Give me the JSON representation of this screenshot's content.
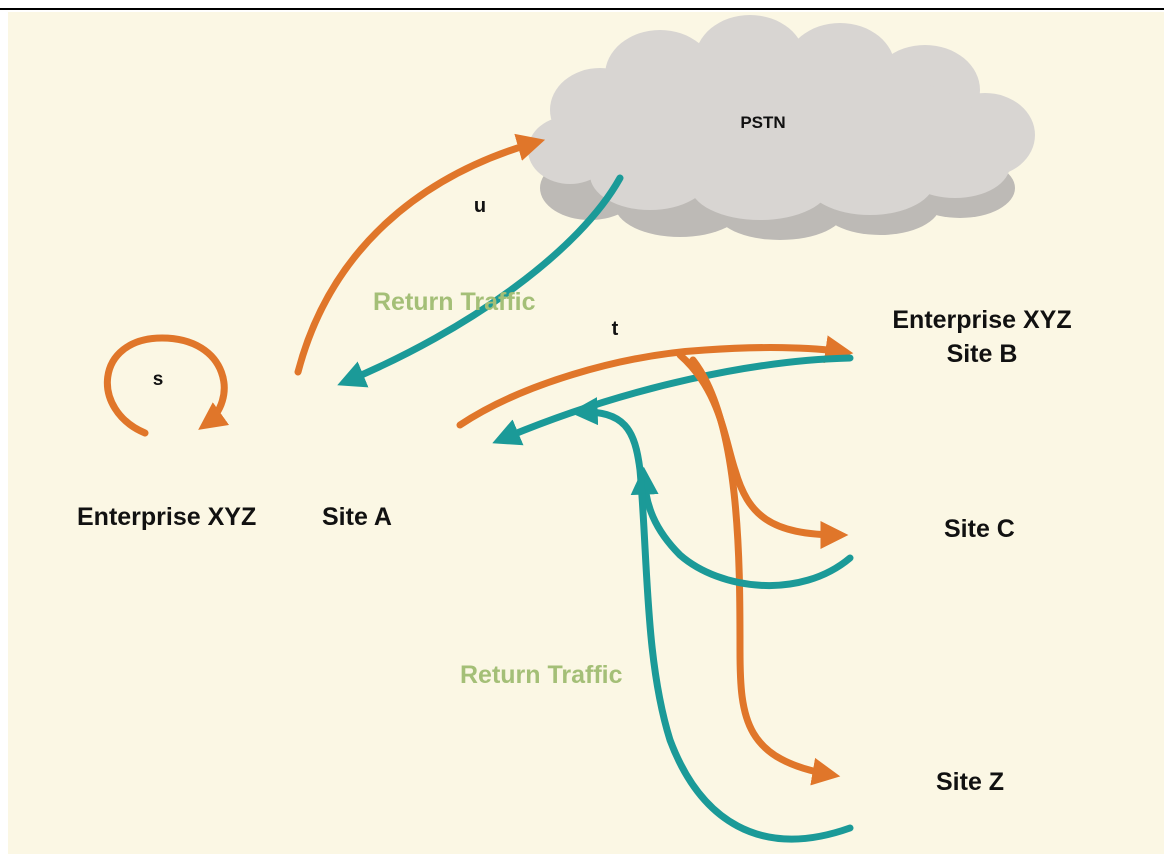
{
  "diagram": {
    "cloud_label": "PSTN",
    "site_a_enterprise": "Enterprise XYZ",
    "site_a_name": "Site A",
    "site_b_line1": "Enterprise XYZ",
    "site_b_line2": "Site B",
    "site_c": "Site C",
    "site_z": "Site Z",
    "loop_label": "s",
    "pstn_flow_label": "u",
    "site_flow_label": "t",
    "return_label_top": "Return Traffic",
    "return_label_bottom": "Return Traffic"
  },
  "colors": {
    "background": "#fbf7e4",
    "outbound": "#e0762a",
    "return": "#1b9a98",
    "cloud": "#d5d2cf",
    "return_text": "#a4bf77"
  }
}
